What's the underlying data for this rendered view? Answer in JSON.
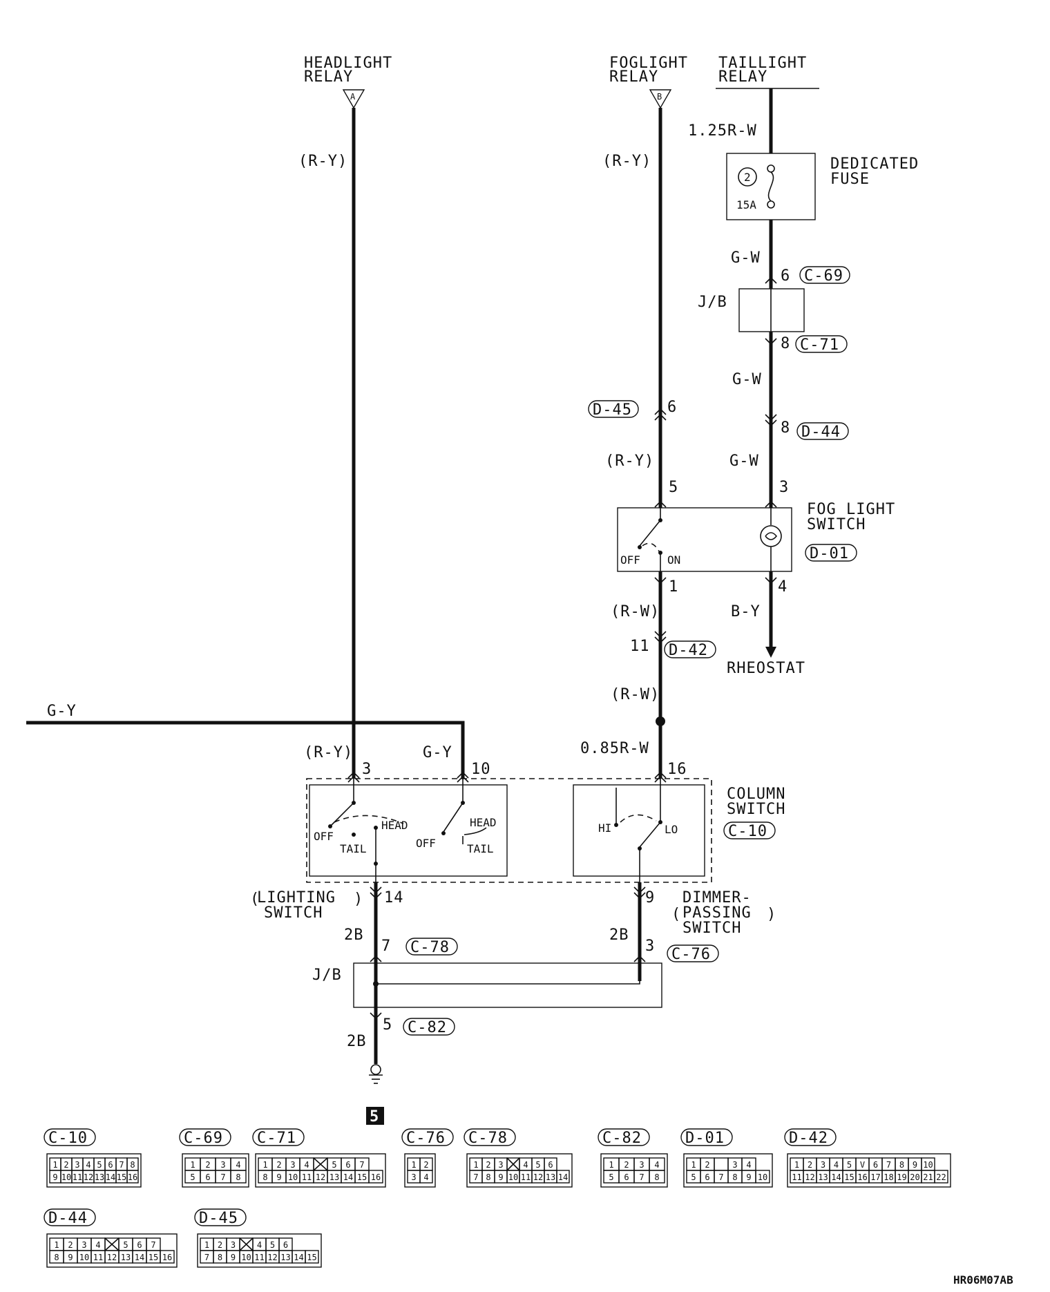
{
  "sources": {
    "headlight_relay": {
      "line1": "HEADLIGHT",
      "line2": "RELAY",
      "marker": "A"
    },
    "foglight_relay": {
      "line1": "FOGLIGHT",
      "line2": "RELAY",
      "marker": "B"
    },
    "taillight_relay": {
      "line1": "TAILLIGHT",
      "line2": "RELAY"
    }
  },
  "wires": {
    "ry_headlight": "(R-Y)",
    "ry_foglight_top": "(R-Y)",
    "ry_foglight_mid": "(R-Y)",
    "rw_taillight": "1.25R-W",
    "gw_1": "G-W",
    "gw_2": "G-W",
    "gw_3": "G-W",
    "by": "B-Y",
    "rw_1": "(R-W)",
    "rw_2": "(R-W)",
    "rw_085": "0.85R-W",
    "gy_left": "G-Y",
    "ry_col": "(R-Y)",
    "gy_col": "G-Y",
    "b2_1": "2B",
    "b2_2": "2B",
    "b2_3": "2B"
  },
  "fuse": {
    "label1": "DEDICATED",
    "label2": "FUSE",
    "number": "2",
    "rating": "15A"
  },
  "junction": {
    "jb_top": "J/B",
    "jb_bottom": "J/B"
  },
  "fog_switch": {
    "label1": "FOG LIGHT",
    "label2": "SWITCH",
    "connector": "D-01",
    "off": "OFF",
    "on": "ON"
  },
  "rheostat": "RHEOSTAT",
  "column_switch": {
    "label1": "COLUMN",
    "label2": "SWITCH",
    "connector": "C-10",
    "off1": "OFF",
    "tail1": "TAIL",
    "head1": "HEAD",
    "off2": "OFF",
    "head2": "HEAD",
    "tail2": "TAIL",
    "hi": "HI",
    "lo": "LO"
  },
  "lighting_switch": {
    "line1": "LIGHTING",
    "line2": "SWITCH"
  },
  "dimmer_switch": {
    "line1": "DIMMER-",
    "line2": "PASSING",
    "line3": "SWITCH"
  },
  "pins": {
    "p6_c69": "6",
    "p8_c71": "8",
    "p8_d44": "8",
    "p3": "3",
    "p4": "4",
    "p6_d45": "6",
    "p5": "5",
    "p1": "1",
    "p11": "11",
    "p16": "16",
    "p3_col": "3",
    "p10": "10",
    "p14": "14",
    "p9": "9",
    "p7": "7",
    "p3_c76": "3",
    "p5_c82": "5"
  },
  "connectors": {
    "c69": "C-69",
    "c71": "C-71",
    "d44": "D-44",
    "d45": "D-45",
    "d42": "D-42",
    "c78": "C-78",
    "c76": "C-76",
    "c82": "C-82"
  },
  "ground_number": "5",
  "connector_table": [
    {
      "name": "C-10",
      "rows": [
        [
          "1",
          "2",
          "3",
          "4",
          "5",
          "6",
          "7",
          "8"
        ],
        [
          "9",
          "10",
          "11",
          "12",
          "13",
          "14",
          "15",
          "16"
        ]
      ]
    },
    {
      "name": "C-69",
      "rows": [
        [
          "1",
          "2",
          "3",
          "4"
        ],
        [
          "5",
          "6",
          "7",
          "8"
        ]
      ]
    },
    {
      "name": "C-71",
      "rows": [
        [
          "1",
          "2",
          "3",
          "4",
          "X",
          "5",
          "6",
          "7"
        ],
        [
          "8",
          "9",
          "10",
          "11",
          "12",
          "13",
          "14",
          "15",
          "16"
        ]
      ]
    },
    {
      "name": "C-76",
      "rows": [
        [
          "1",
          "2"
        ],
        [
          "3",
          "4"
        ]
      ]
    },
    {
      "name": "C-78",
      "rows": [
        [
          "1",
          "2",
          "3",
          "X",
          "4",
          "5",
          "6"
        ],
        [
          "7",
          "8",
          "9",
          "10",
          "11",
          "12",
          "13",
          "14"
        ]
      ]
    },
    {
      "name": "C-82",
      "rows": [
        [
          "1",
          "2",
          "3",
          "4"
        ],
        [
          "5",
          "6",
          "7",
          "8"
        ]
      ]
    },
    {
      "name": "D-01",
      "rows": [
        [
          "1",
          "2",
          "",
          "3",
          "4"
        ],
        [
          "5",
          "6",
          "7",
          "8",
          "9",
          "10"
        ]
      ]
    },
    {
      "name": "D-42",
      "rows": [
        [
          "1",
          "2",
          "3",
          "4",
          "5",
          "V",
          "6",
          "7",
          "8",
          "9",
          "10"
        ],
        [
          "11",
          "12",
          "13",
          "14",
          "15",
          "16",
          "17",
          "18",
          "19",
          "20",
          "21",
          "22"
        ]
      ]
    },
    {
      "name": "D-44",
      "rows": [
        [
          "1",
          "2",
          "3",
          "4",
          "X",
          "5",
          "6",
          "7"
        ],
        [
          "8",
          "9",
          "10",
          "11",
          "12",
          "13",
          "14",
          "15",
          "16"
        ]
      ]
    },
    {
      "name": "D-45",
      "rows": [
        [
          "1",
          "2",
          "3",
          "X",
          "4",
          "5",
          "6"
        ],
        [
          "7",
          "8",
          "9",
          "10",
          "11",
          "12",
          "13",
          "14",
          "15"
        ]
      ]
    }
  ],
  "doc_code": "HR06M07AB"
}
